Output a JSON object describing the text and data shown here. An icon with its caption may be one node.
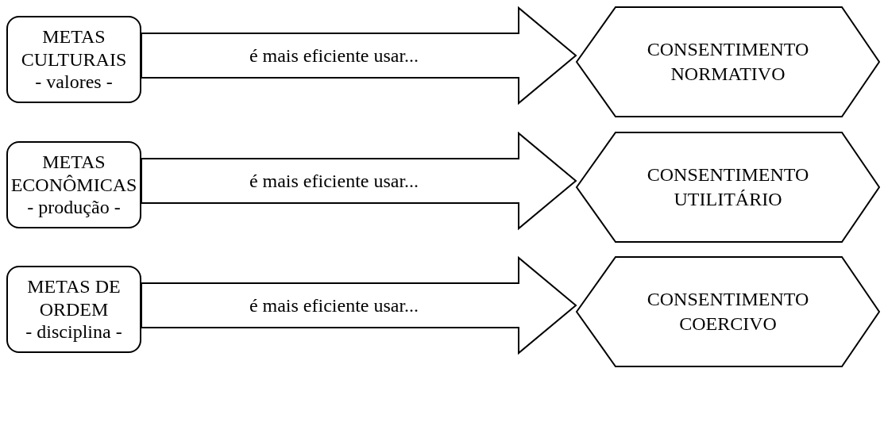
{
  "diagram": {
    "nodes": [
      {
        "text": [
          "METAS CULTURAIS",
          "- valores -"
        ]
      },
      {
        "text": [
          "CONSENTIMENTO NORMATIVO"
        ]
      },
      {
        "text": [
          "METAS ECONÔMICAS",
          "- produção -"
        ]
      },
      {
        "text": [
          "CONSENTIMENTO UTILITÁRIO"
        ]
      },
      {
        "text": [
          "METAS DE ORDEM",
          "- disciplina -"
        ]
      },
      {
        "text": [
          "CONSENTIMENTO COERCIVO"
        ]
      }
    ],
    "edges": [
      {
        "from": 0,
        "to": 1,
        "arrow": "to",
        "label": "é mais eficiente usar..."
      },
      {
        "from": 2,
        "to": 3,
        "arrow": "to",
        "label": "é mais eficiente usar..."
      },
      {
        "from": 4,
        "to": 5,
        "arrow": "to",
        "label": "é mais eficiente usar..."
      }
    ]
  }
}
